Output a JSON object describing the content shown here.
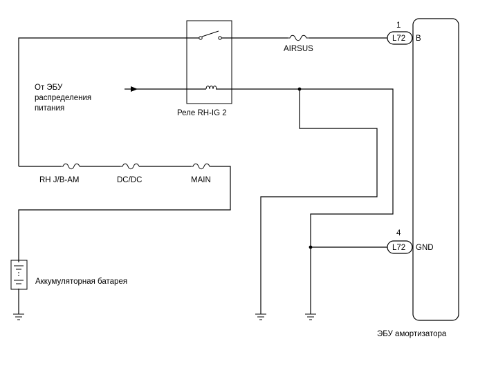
{
  "diagram": {
    "relay": {
      "label": "Реле RH-IG 2"
    },
    "source": {
      "label_lines": [
        "От ЭБУ",
        "распределения",
        "питания"
      ]
    },
    "fuses": {
      "airsus": "AIRSUS",
      "rh_jb_am": "RH J/B-AM",
      "dcdc": "DC/DC",
      "main": "MAIN"
    },
    "battery": {
      "label": "Аккумуляторная батарея"
    },
    "ecu": {
      "label": "ЭБУ амортизатора"
    },
    "connectors": [
      {
        "id": "L72",
        "pin": "1",
        "terminal": "B"
      },
      {
        "id": "L72",
        "pin": "4",
        "terminal": "GND"
      }
    ]
  }
}
